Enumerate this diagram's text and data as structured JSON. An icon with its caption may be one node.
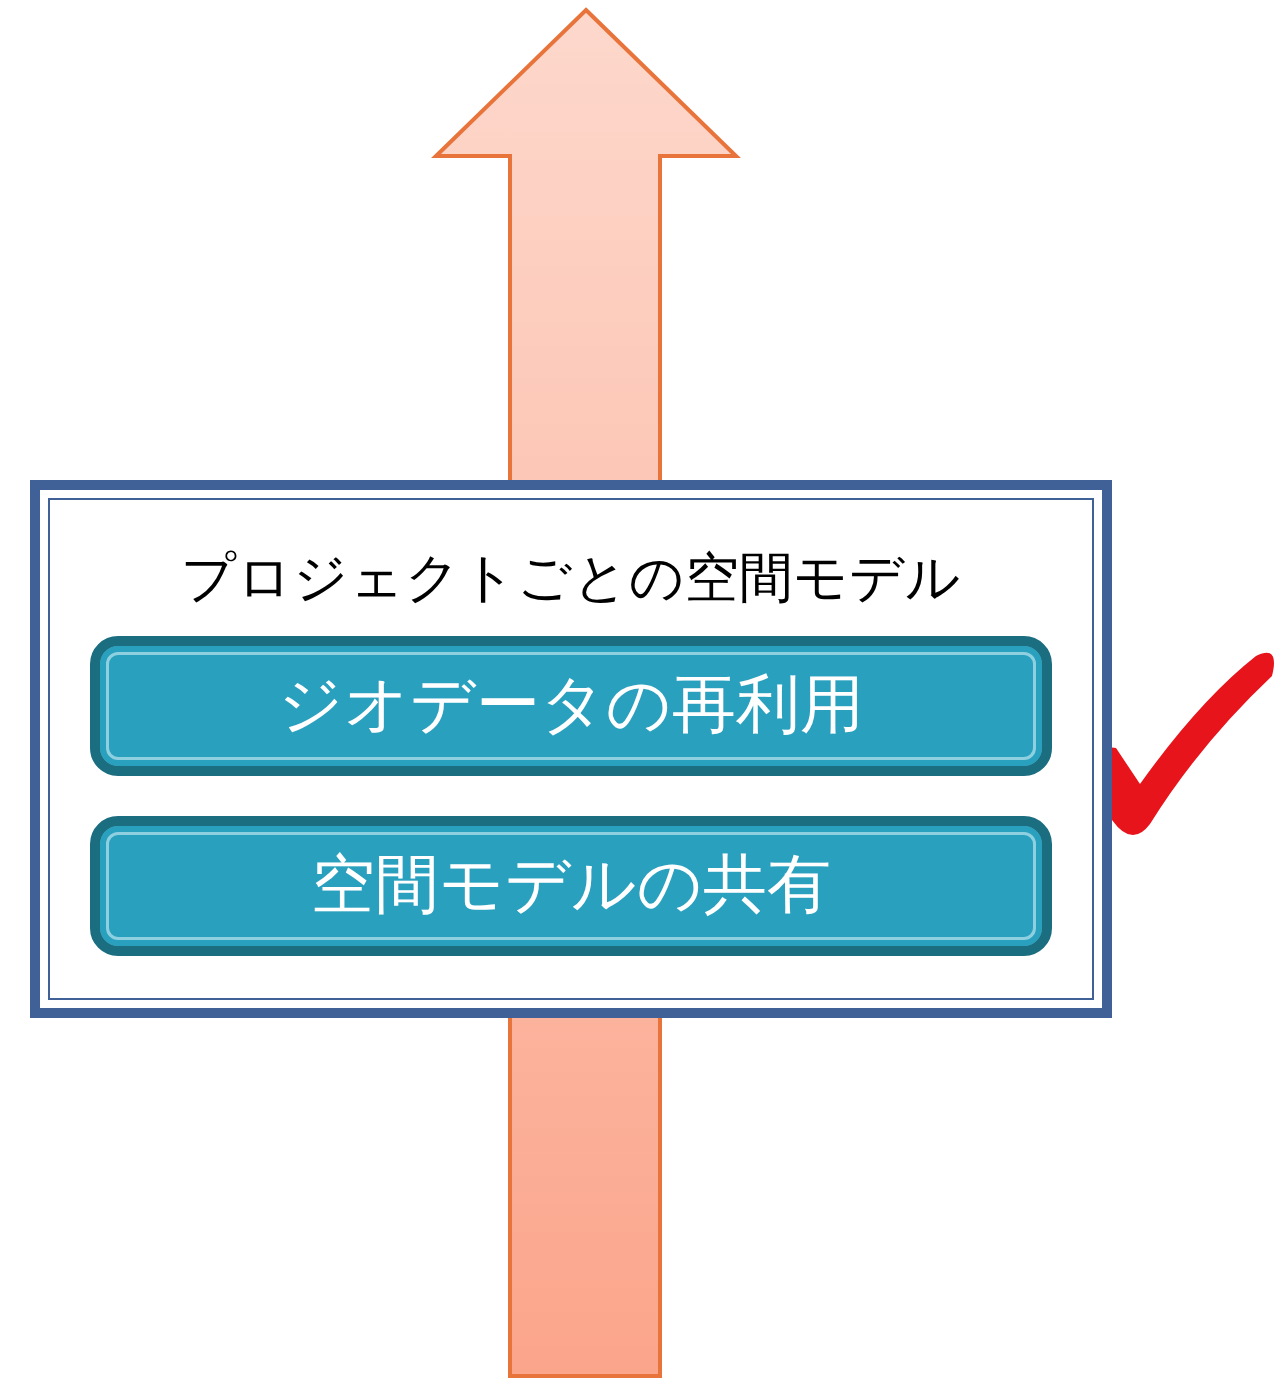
{
  "diagram": {
    "nodes": [
      {
        "text": [
          "プロジェクトごとの空間モデル"
        ]
      },
      {
        "text": [
          "ジオデータの再利用"
        ],
        "in": 0
      },
      {
        "text": [
          "空間モデルの共有"
        ],
        "in": 0
      }
    ]
  }
}
